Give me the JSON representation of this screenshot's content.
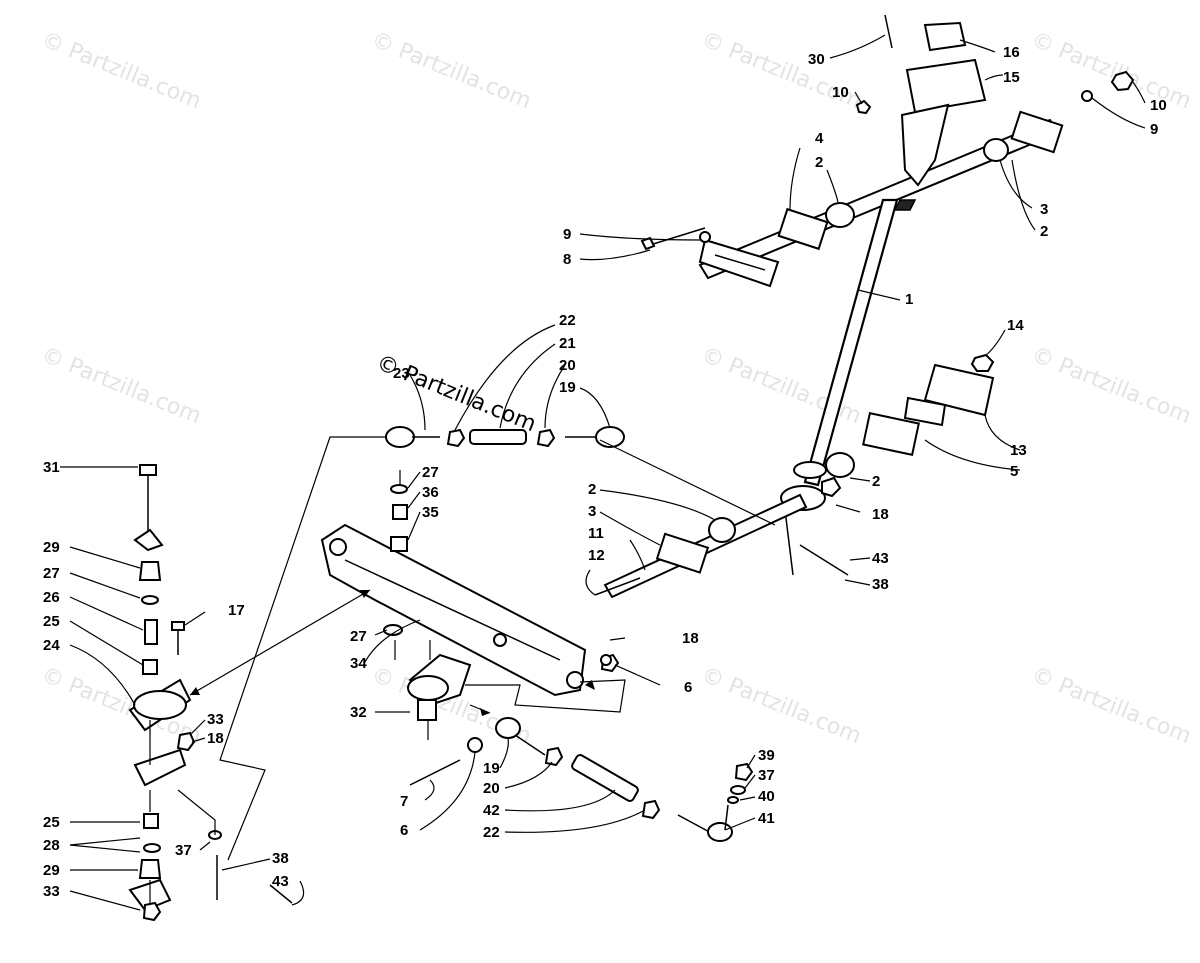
{
  "watermark": {
    "text": "© Partzilla.com",
    "center_text": "© Partzilla.com"
  },
  "callouts": [
    {
      "id": "c30",
      "label": "30"
    },
    {
      "id": "c16",
      "label": "16"
    },
    {
      "id": "c15",
      "label": "15"
    },
    {
      "id": "c10a",
      "label": "10"
    },
    {
      "id": "c10b",
      "label": "10"
    },
    {
      "id": "c9a",
      "label": "9"
    },
    {
      "id": "c4",
      "label": "4"
    },
    {
      "id": "c2a",
      "label": "2"
    },
    {
      "id": "c3a",
      "label": "3"
    },
    {
      "id": "c2b",
      "label": "2"
    },
    {
      "id": "c9b",
      "label": "9"
    },
    {
      "id": "c8",
      "label": "8"
    },
    {
      "id": "c1",
      "label": "1"
    },
    {
      "id": "c14",
      "label": "14"
    },
    {
      "id": "c22a",
      "label": "22"
    },
    {
      "id": "c21",
      "label": "21"
    },
    {
      "id": "c20a",
      "label": "20"
    },
    {
      "id": "c19a",
      "label": "19"
    },
    {
      "id": "c23",
      "label": "23"
    },
    {
      "id": "c13",
      "label": "13"
    },
    {
      "id": "c5",
      "label": "5"
    },
    {
      "id": "c2c",
      "label": "2"
    },
    {
      "id": "c31",
      "label": "31"
    },
    {
      "id": "c27a",
      "label": "27"
    },
    {
      "id": "c36",
      "label": "36"
    },
    {
      "id": "c35",
      "label": "35"
    },
    {
      "id": "c2d",
      "label": "2"
    },
    {
      "id": "c3b",
      "label": "3"
    },
    {
      "id": "c11",
      "label": "11"
    },
    {
      "id": "c12",
      "label": "12"
    },
    {
      "id": "c18a",
      "label": "18"
    },
    {
      "id": "c43a",
      "label": "43"
    },
    {
      "id": "c38a",
      "label": "38"
    },
    {
      "id": "c29a",
      "label": "29"
    },
    {
      "id": "c27b",
      "label": "27"
    },
    {
      "id": "c26",
      "label": "26"
    },
    {
      "id": "c17",
      "label": "17"
    },
    {
      "id": "c25a",
      "label": "25"
    },
    {
      "id": "c27c",
      "label": "27"
    },
    {
      "id": "c18b",
      "label": "18"
    },
    {
      "id": "c34",
      "label": "34"
    },
    {
      "id": "c6a",
      "label": "6"
    },
    {
      "id": "c24",
      "label": "24"
    },
    {
      "id": "c32",
      "label": "32"
    },
    {
      "id": "c33a",
      "label": "33"
    },
    {
      "id": "c18c",
      "label": "18"
    },
    {
      "id": "c39",
      "label": "39"
    },
    {
      "id": "c37a",
      "label": "37"
    },
    {
      "id": "c19b",
      "label": "19"
    },
    {
      "id": "c20b",
      "label": "20"
    },
    {
      "id": "c7",
      "label": "7"
    },
    {
      "id": "c40",
      "label": "40"
    },
    {
      "id": "c42",
      "label": "42"
    },
    {
      "id": "c41",
      "label": "41"
    },
    {
      "id": "c6b",
      "label": "6"
    },
    {
      "id": "c22b",
      "label": "22"
    },
    {
      "id": "c25b",
      "label": "25"
    },
    {
      "id": "c28",
      "label": "28"
    },
    {
      "id": "c37b",
      "label": "37"
    },
    {
      "id": "c38b",
      "label": "38"
    },
    {
      "id": "c43b",
      "label": "43"
    },
    {
      "id": "c29b",
      "label": "29"
    },
    {
      "id": "c33b",
      "label": "33"
    }
  ]
}
